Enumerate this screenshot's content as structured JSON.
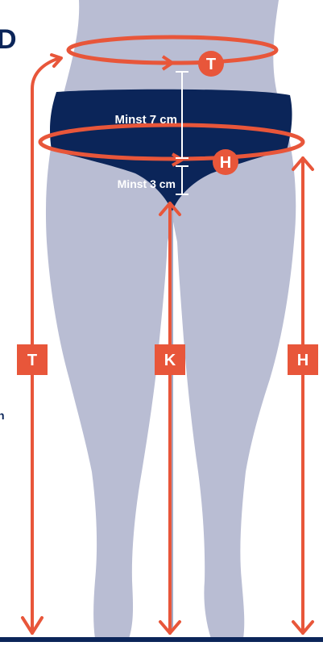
{
  "colors": {
    "background": "#ffffff",
    "body": "#b9bdd3",
    "garment": "#0b2559",
    "accent": "#e8563a",
    "text_light": "#ffffff",
    "dim_line": "#ffffff",
    "floor": "#0b2559"
  },
  "header": {
    "partial_glyph": "D",
    "partial_glyph_2": "n"
  },
  "markers": {
    "waist": "T",
    "hip": "H"
  },
  "dimensions": {
    "top": "Minst 7 cm",
    "bottom": "Minst 3 cm"
  },
  "vertical_labels": {
    "left": "T",
    "center": "K",
    "right": "H"
  }
}
